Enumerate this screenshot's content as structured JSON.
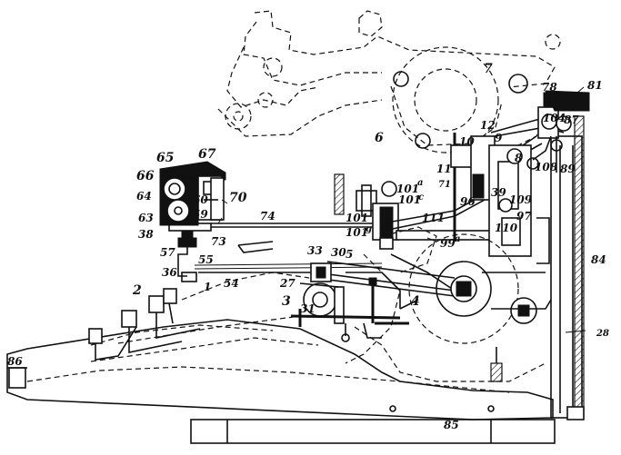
{
  "labels": {
    "l7": "7",
    "l6": "6",
    "l81": "81",
    "l78": "78",
    "l104": "104",
    "l87": "87",
    "l89": "89",
    "l12": "12",
    "l9": "9",
    "l10": "10",
    "l8": "8",
    "l108": "108",
    "l11": "11",
    "l71": "71",
    "l101a": "101",
    "l101a_sup": "a",
    "l101c": "101",
    "l101c_sup": "c",
    "l101": "101",
    "l101_g": "101",
    "l101_g_sup": "g",
    "l96": "96",
    "l39": "39",
    "l109": "109",
    "l97": "97",
    "l110": "110",
    "l111": "111",
    "l99a": "99",
    "l99a_sup": "a",
    "l67": "67",
    "l65": "65",
    "l66": "66",
    "l64": "64",
    "l60": "60",
    "l70": "70",
    "l63": "63",
    "l59": "59",
    "l38": "38",
    "l73": "73",
    "l74": "74",
    "l57": "57",
    "l55": "55",
    "l36": "36",
    "l54": "54",
    "l1": "1",
    "l2": "2",
    "l33": "33",
    "l30": "30",
    "l5": "5",
    "l27": "27",
    "l3": "3",
    "l31": "31",
    "l4": "4",
    "l84": "84",
    "l28": "28",
    "l86": "86",
    "l85": "85"
  }
}
